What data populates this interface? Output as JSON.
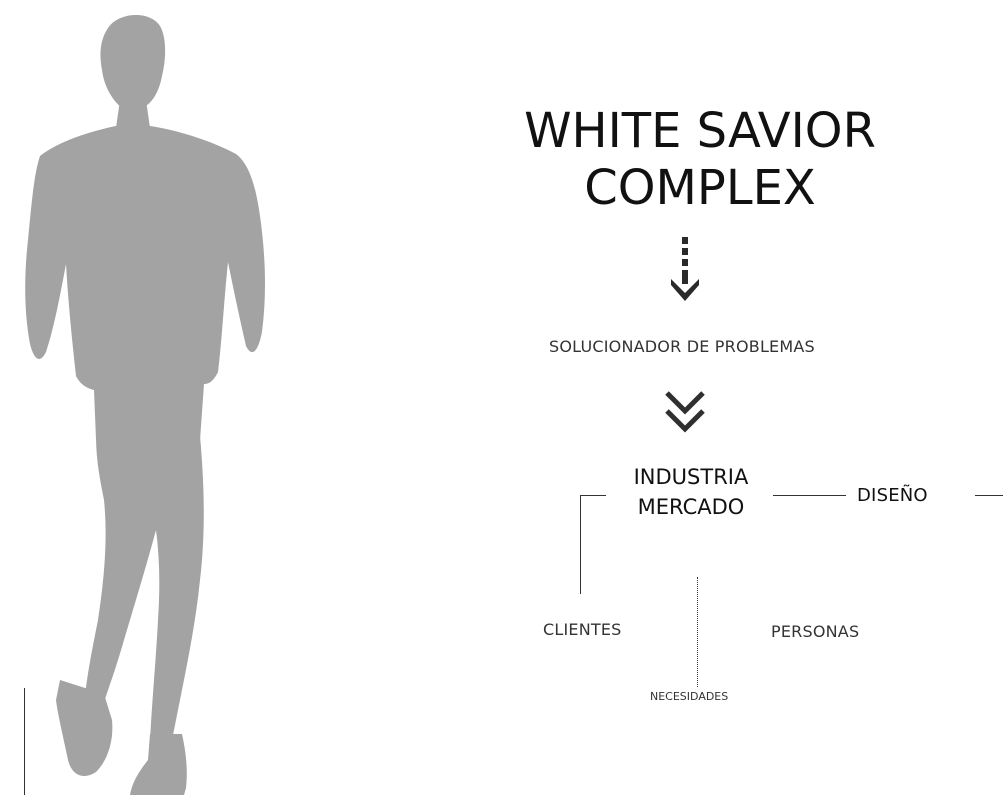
{
  "title": {
    "line1": "WHITE SAVIOR",
    "line2": "COMPLEX"
  },
  "nodes": {
    "solucionador": "SOLUCIONADOR DE PROBLEMAS",
    "industria": "INDUSTRIA",
    "mercado": "MERCADO",
    "diseno": "DISEÑO",
    "clientes": "CLIENTES",
    "personas": "PERSONAS",
    "necesidades": "NECESIDADES"
  },
  "icons": {
    "person": "person-silhouette-icon",
    "arrow": "dotted-arrow-down-icon",
    "chevrons": "double-chevron-down-icon"
  },
  "colors": {
    "silhouette": "#a3a3a3",
    "text": "#111111"
  }
}
